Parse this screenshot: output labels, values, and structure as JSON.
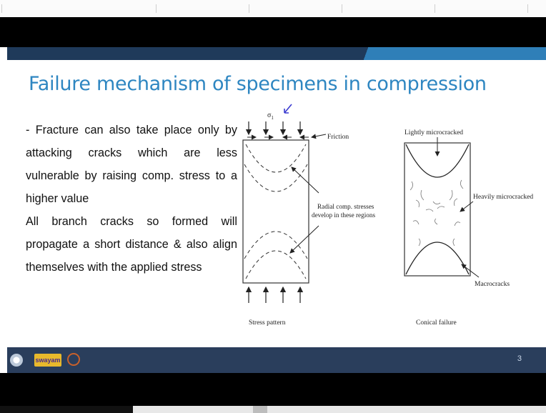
{
  "slide": {
    "title": "Failure mechanism of specimens in compression",
    "paragraphs": [
      "- Fracture can also take place only by attacking cracks which are less vulnerable by raising comp. stress to a higher value",
      "All branch cracks so formed will propagate a short distance & also align themselves with the applied stress"
    ],
    "page_number": "3"
  },
  "figure": {
    "sigma_label": "σ",
    "sigma_subscript": "1",
    "friction_label": "Friction",
    "radial_label_line1": "Radial comp. stresses",
    "radial_label_line2": "develop in these regions",
    "stress_caption": "Stress pattern",
    "lightly_label": "Lightly microcracked",
    "heavily_label": "Heavily microcracked",
    "macro_label": "Macrocracks",
    "conical_caption": "Conical failure"
  },
  "footer": {
    "logo_text": "swayam"
  },
  "colors": {
    "title": "#2e86c1",
    "bar_dark": "#1f3a5a",
    "bar_accent": "#2f7fb8",
    "annotation": "#3b3bd0"
  }
}
